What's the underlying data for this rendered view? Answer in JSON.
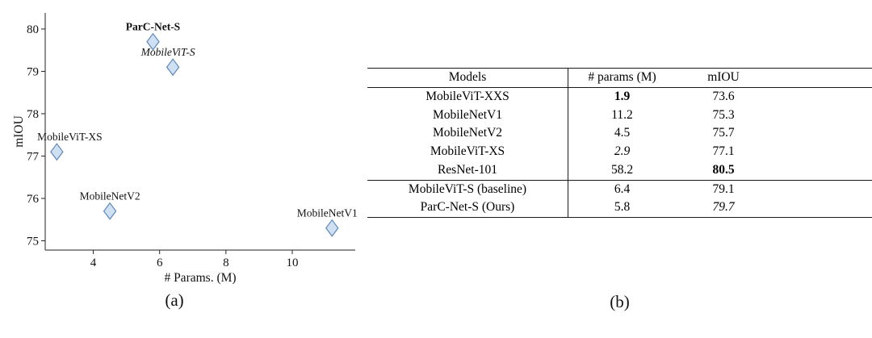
{
  "captions": {
    "a": "(a)",
    "b": "(b)"
  },
  "chart_data": [
    {
      "type": "scatter",
      "title": "",
      "xlabel": "# Params. (M)",
      "ylabel": "mIOU",
      "xlim": [
        2.55,
        11.9
      ],
      "ylim": [
        74.78,
        80.38
      ],
      "xticks": [
        4,
        6,
        8,
        10
      ],
      "yticks": [
        75,
        76,
        77,
        78,
        79,
        80
      ],
      "grid": false,
      "marker": {
        "shape": "diamond",
        "fill": "#cfe0f2",
        "edge": "#5b87b8"
      },
      "points": [
        {
          "label": "ParC-Net-S",
          "x": 5.8,
          "y": 79.7,
          "style": "bold",
          "label_dx": 0
        },
        {
          "label": "MobileViT-S",
          "x": 6.4,
          "y": 79.1,
          "style": "italic",
          "label_dx": -6
        },
        {
          "label": "MobileViT-XS",
          "x": 2.9,
          "y": 77.1,
          "style": "normal",
          "label_dx": 16
        },
        {
          "label": "MobileNetV2",
          "x": 4.5,
          "y": 75.7,
          "style": "normal",
          "label_dx": 0
        },
        {
          "label": "MobileNetV1",
          "x": 11.2,
          "y": 75.3,
          "style": "normal",
          "label_dx": -6
        }
      ]
    },
    {
      "type": "table",
      "headers": [
        "Models",
        "# params (M)",
        "mIOU"
      ],
      "rows": [
        {
          "model": "MobileViT-XXS",
          "params": "1.9",
          "miou": "73.6",
          "params_style": "bold",
          "miou_style": "normal",
          "rule_below": false
        },
        {
          "model": "MobileNetV1",
          "params": "11.2",
          "miou": "75.3",
          "params_style": "normal",
          "miou_style": "normal",
          "rule_below": false
        },
        {
          "model": "MobileNetV2",
          "params": "4.5",
          "miou": "75.7",
          "params_style": "normal",
          "miou_style": "normal",
          "rule_below": false
        },
        {
          "model": "MobileViT-XS",
          "params": "2.9",
          "miou": "77.1",
          "params_style": "italic",
          "miou_style": "normal",
          "rule_below": false
        },
        {
          "model": "ResNet-101",
          "params": "58.2",
          "miou": "80.5",
          "params_style": "normal",
          "miou_style": "bold",
          "rule_below": true
        },
        {
          "model": "MobileViT-S (baseline)",
          "params": "6.4",
          "miou": "79.1",
          "params_style": "normal",
          "miou_style": "normal",
          "rule_below": false
        },
        {
          "model": "ParC-Net-S (Ours)",
          "params": "5.8",
          "miou": "79.7",
          "params_style": "normal",
          "miou_style": "italic",
          "rule_below": true
        }
      ]
    }
  ]
}
